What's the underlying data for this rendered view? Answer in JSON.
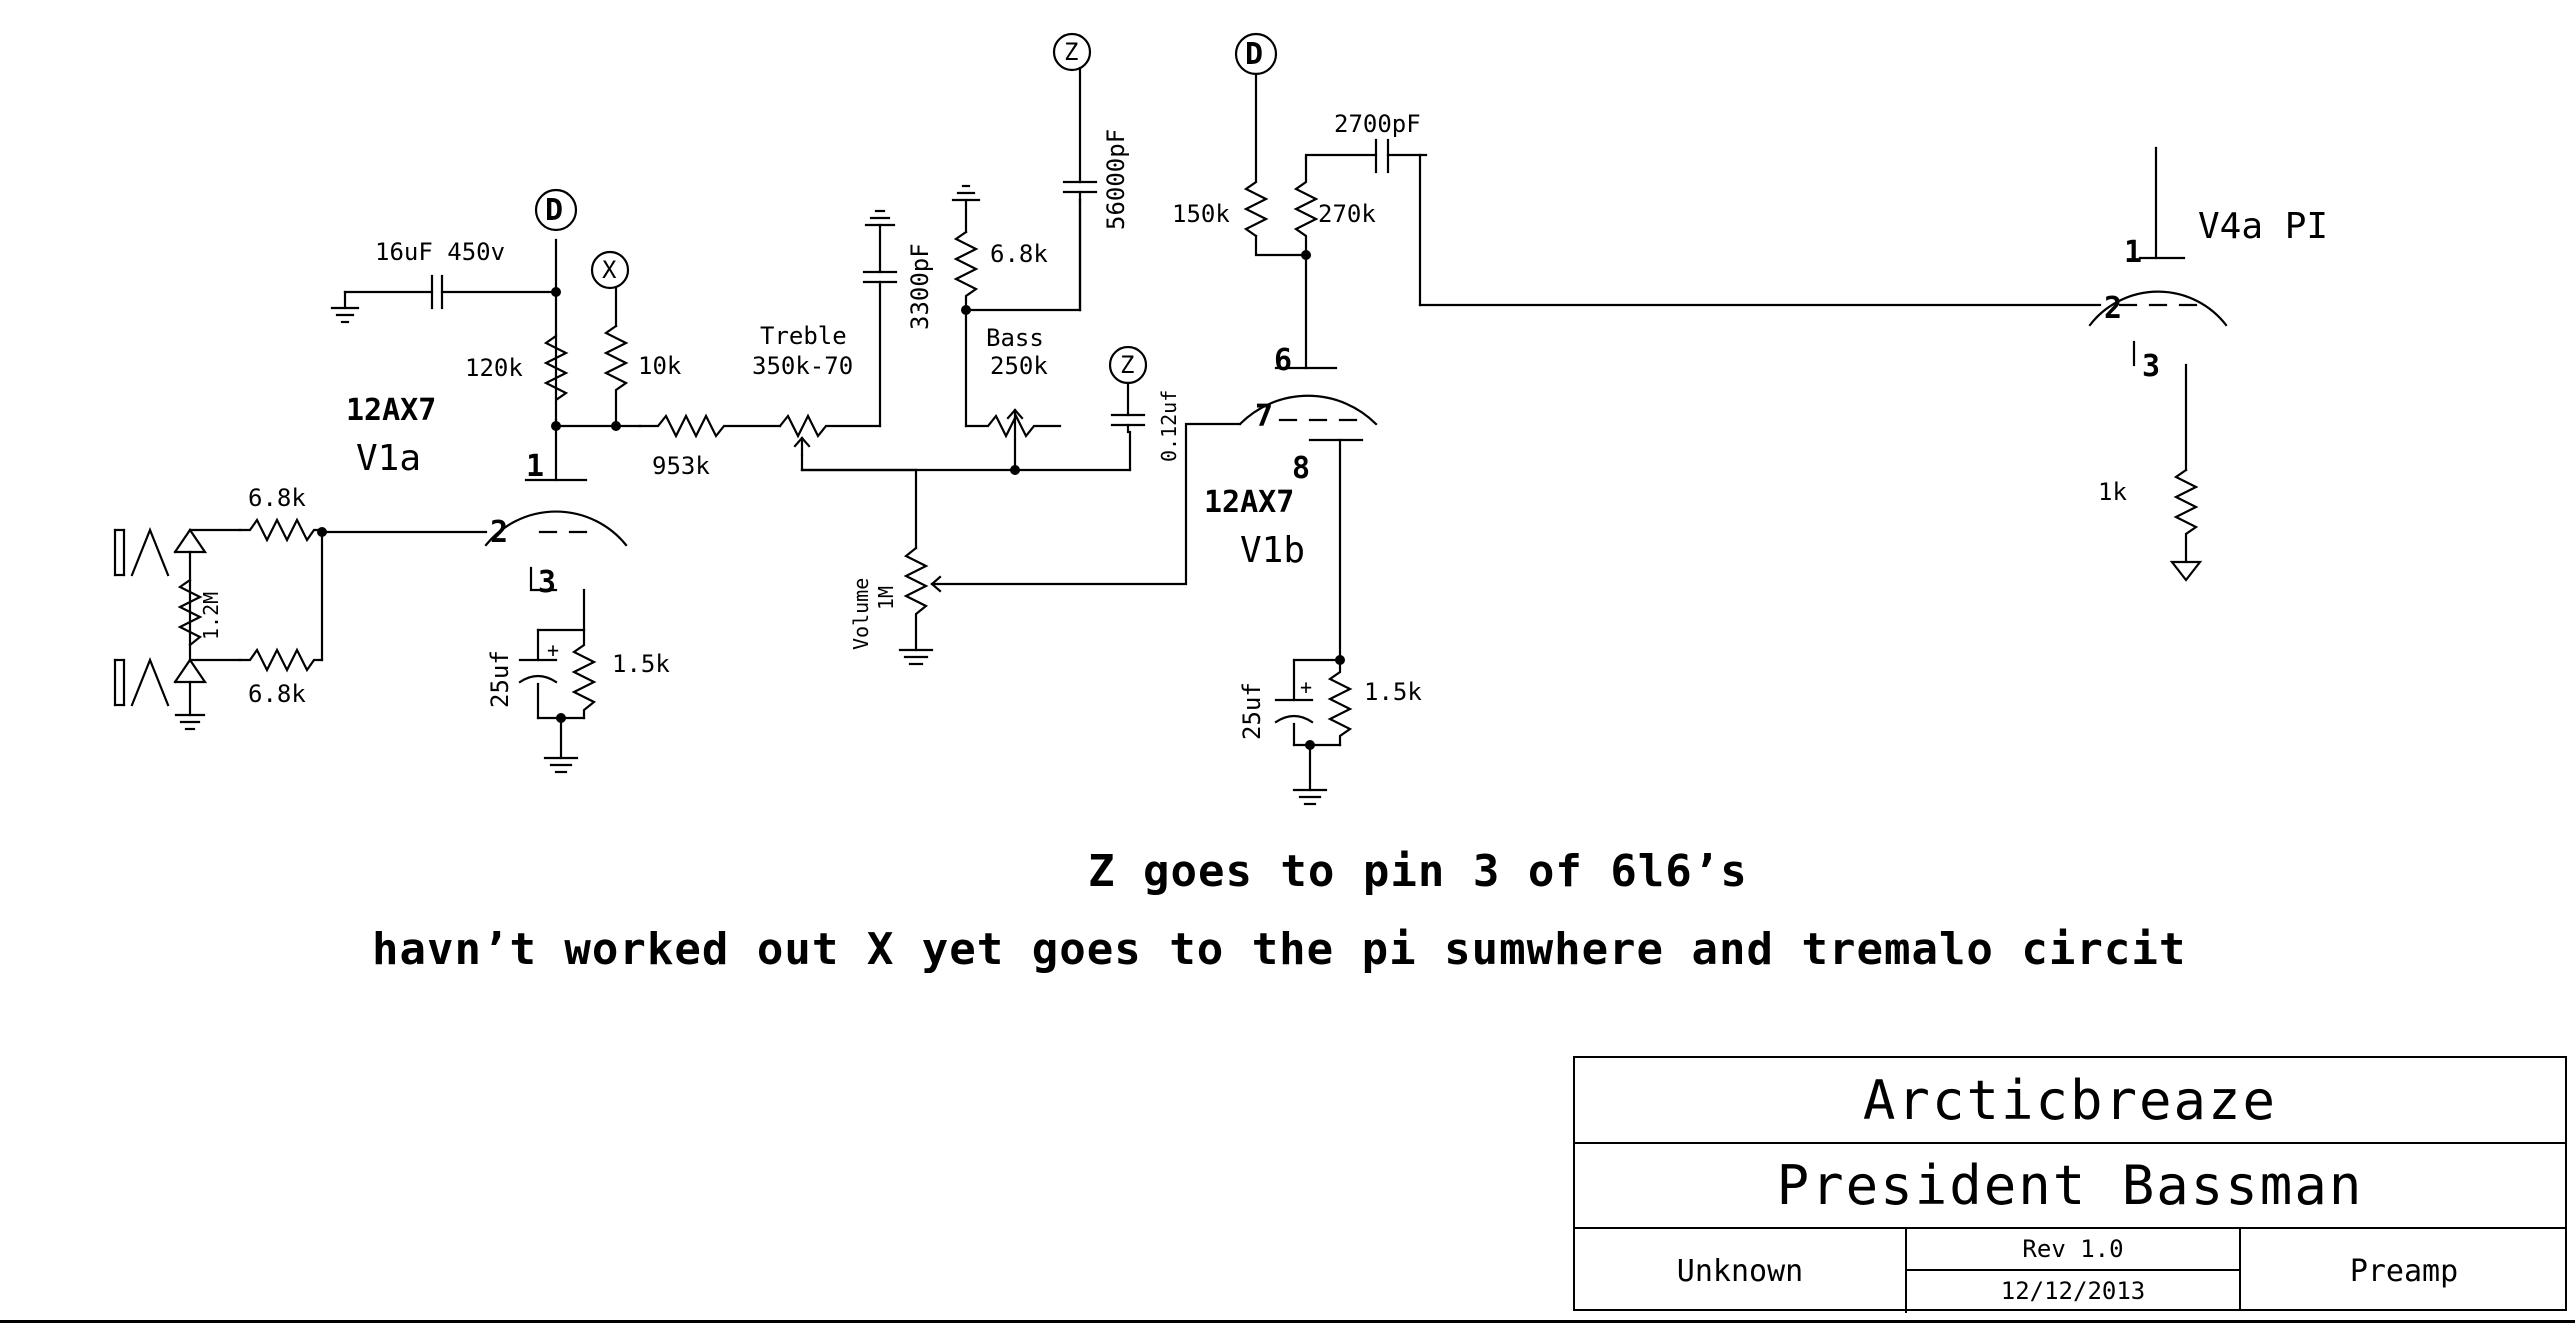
{
  "schematic": {
    "tube_v1a": {
      "type": "12AX7",
      "name": "V1a"
    },
    "tube_v1b": {
      "type": "12AX7",
      "name": "V1b"
    },
    "tube_v4a": {
      "name": "V4a PI"
    },
    "pins": {
      "p1": "1",
      "p2": "2",
      "p3": "3",
      "p6": "6",
      "p7": "7",
      "p8": "8"
    },
    "components": {
      "cap_filter": "16uF 450v",
      "r_120k": "120k",
      "r_10k": "10k",
      "r_953k": "953k",
      "r_input_top": "6.8k",
      "r_input_bot": "6.8k",
      "r_1_2M": "1.2M",
      "cap_25uf_a": "25uf",
      "r_1_5k_a": "1.5k",
      "treble_label": "Treble",
      "treble_value": "350k-70",
      "cap_3300": "3300pF",
      "r_6_8k_tone": "6.8k",
      "bass_label": "Bass",
      "bass_value": "250k",
      "cap_56000": "56000pF",
      "cap_012": "0.12uf",
      "volume_label": "Volume",
      "volume_value": "1M",
      "r_150k": "150k",
      "r_270k": "270k",
      "cap_2700": "2700pF",
      "cap_25uf_b": "25uf",
      "r_1_5k_b": "1.5k",
      "r_1k": "1k"
    },
    "nodes": {
      "d": "D",
      "x": "X",
      "z": "Z"
    }
  },
  "notes": {
    "line1": "Z goes to pin 3 of 6l6’s",
    "line2": "havn’t worked out X yet goes to the pi sumwhere and tremalo circit"
  },
  "title_block": {
    "company": "Arcticbreaze",
    "title": "President Bassman",
    "author": "Unknown",
    "revision": "Rev 1.0",
    "date": "12/12/2013",
    "sheet": "Preamp"
  }
}
